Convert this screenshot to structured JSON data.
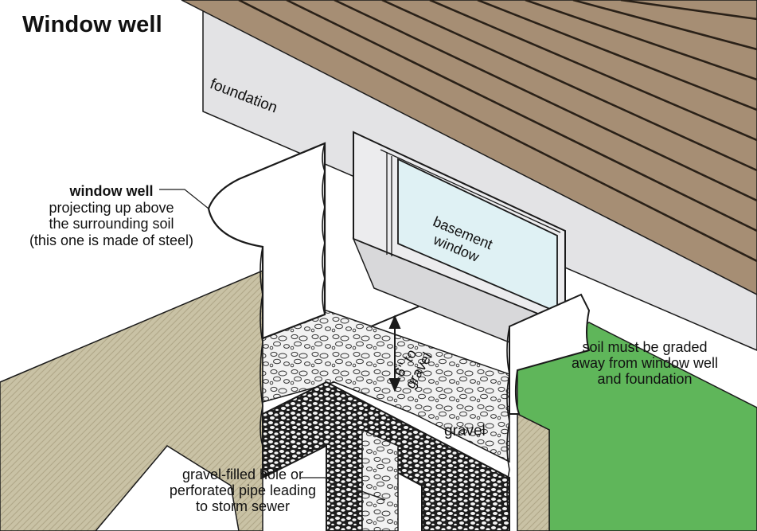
{
  "title": "Window well",
  "labels": {
    "foundation": "foundation",
    "window_well_heading": "window well",
    "window_well_line2": "projecting up above",
    "window_well_line3": "the surrounding soil",
    "window_well_line4": "(this one is made of steel)",
    "basement_line1": "basement",
    "basement_line2": "window",
    "gap_line1": "6\" to",
    "gap_line2": "gravel",
    "soil_line1": "soil must be graded",
    "soil_line2": "away from window well",
    "soil_line3": "and foundation",
    "gravel": "gravel",
    "hole_line1": "gravel-filled hole or",
    "hole_line2": "perforated pipe leading",
    "hole_line3": "to storm sewer"
  },
  "colors": {
    "siding": "#a68e74",
    "siding_lines": "#2a2118",
    "foundation_wall": "#e3e3e5",
    "soil": "#c9c2a5",
    "graded_soil": "#5fb65a",
    "window_glass": "#dff1f4",
    "outline": "#1a1a1a"
  }
}
